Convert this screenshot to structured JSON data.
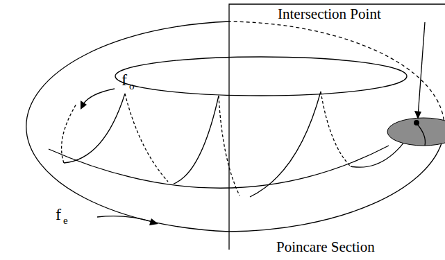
{
  "diagram": {
    "labels": [
      "Intersection Point",
      "f",
      "o",
      "f",
      "e",
      "Poincare Section"
    ]
  }
}
